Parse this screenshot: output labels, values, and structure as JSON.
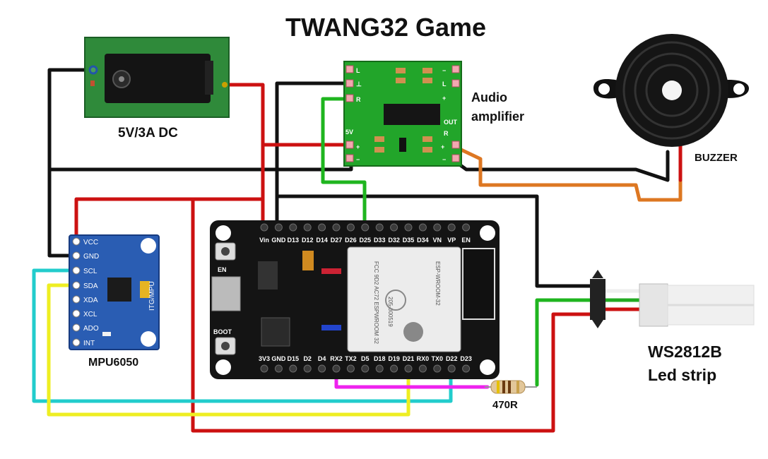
{
  "title": "TWANG32 Game",
  "labels": {
    "power": "5V/3A DC",
    "amp_line1": "Audio",
    "amp_line2": "amplifier",
    "buzzer": "BUZZER",
    "mpu": "MPU6050",
    "resistor": "470R",
    "strip_line1": "WS2812B",
    "strip_line2": "Led strip"
  },
  "esp32": {
    "top_pins": [
      "Vin",
      "GND",
      "D13",
      "D12",
      "D14",
      "D27",
      "D26",
      "D25",
      "D33",
      "D32",
      "D35",
      "D34",
      "VN",
      "VP",
      "EN"
    ],
    "bottom_pins": [
      "3V3",
      "GND",
      "D15",
      "D2",
      "D4",
      "RX2",
      "TX2",
      "D5",
      "D18",
      "D19",
      "D21",
      "RX0",
      "TX0",
      "D22",
      "D23"
    ],
    "en_button": "EN",
    "boot_button": "BOOT",
    "module_text": [
      "FCC 9D2 AC72 ESPWROOM 32",
      "ESP-WROOM-32",
      "205-000519"
    ]
  },
  "mpu_pins": [
    "VCC",
    "GND",
    "SCL",
    "SDA",
    "XDA",
    "XCL",
    "ADO",
    "INT"
  ],
  "mpu_chip_text": "ITG/MPU",
  "amp_pins": {
    "left_top": [
      "L",
      "⊥",
      "R"
    ],
    "left_bottom": [
      "5V",
      "+",
      "−"
    ],
    "right_top": [
      "−",
      "L",
      "+"
    ],
    "right_label": "OUT",
    "right_bottom": [
      "R",
      "+",
      "−"
    ]
  },
  "wire_colors": {
    "power": "#cc0000",
    "ground": "#111111",
    "audio": "#22bb22",
    "scl": "#22cccc",
    "sda": "#eeee22",
    "data": "#ee22ee",
    "buzzer": "#dd7722"
  }
}
